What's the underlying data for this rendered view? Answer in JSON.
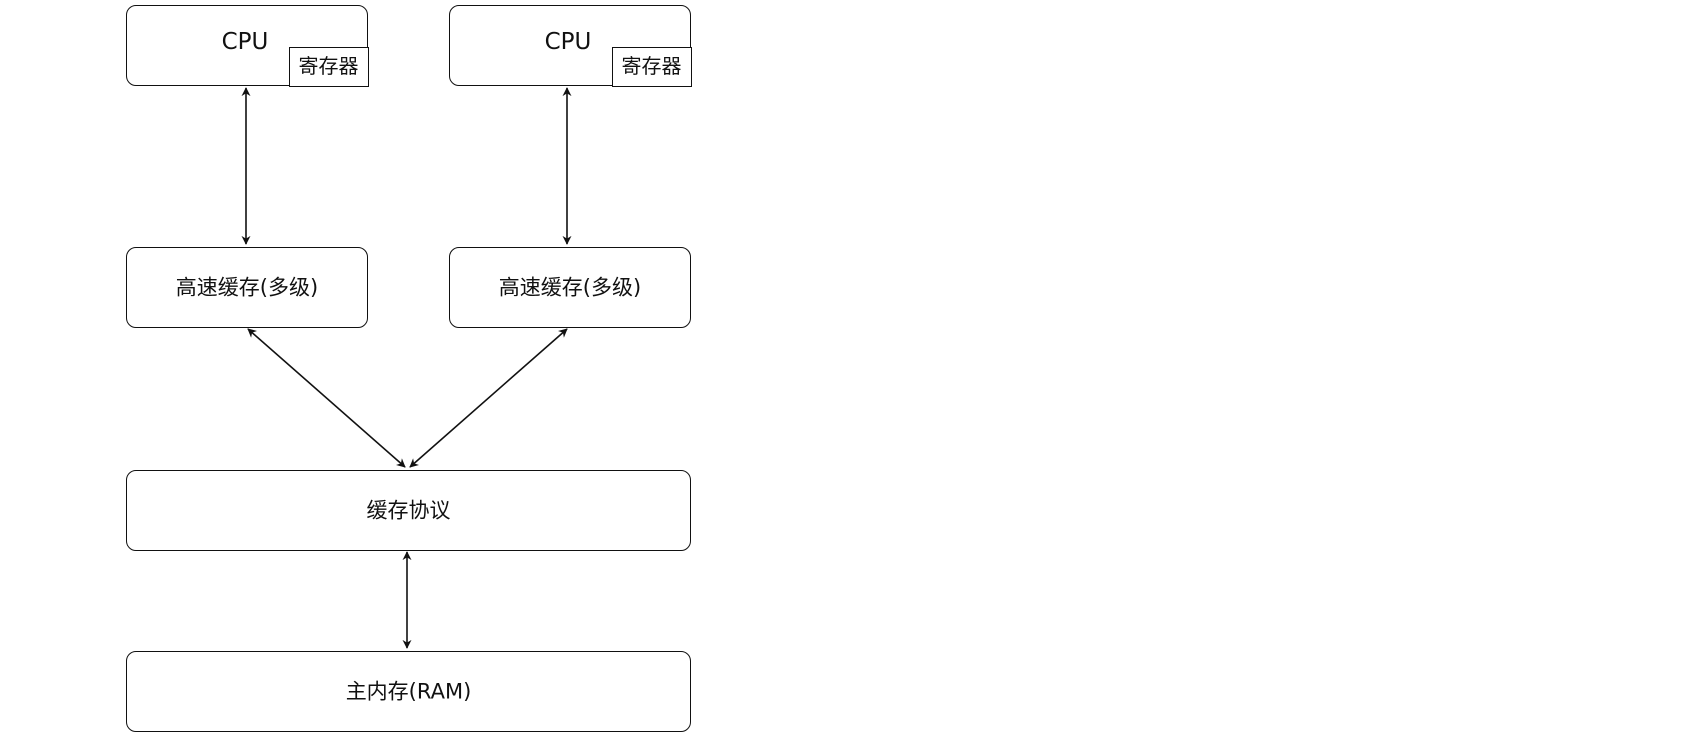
{
  "diagram": {
    "cpu_left": {
      "label": "CPU",
      "register_label": "寄存器"
    },
    "cpu_right": {
      "label": "CPU",
      "register_label": "寄存器"
    },
    "cache_left": {
      "label": "高速缓存(多级)"
    },
    "cache_right": {
      "label": "高速缓存(多级)"
    },
    "cache_protocol": {
      "label": "缓存协议"
    },
    "main_memory": {
      "label": "主内存(RAM)"
    },
    "colors": {
      "stroke": "#111111",
      "fill": "#ffffff",
      "background": "#ffffff"
    }
  }
}
